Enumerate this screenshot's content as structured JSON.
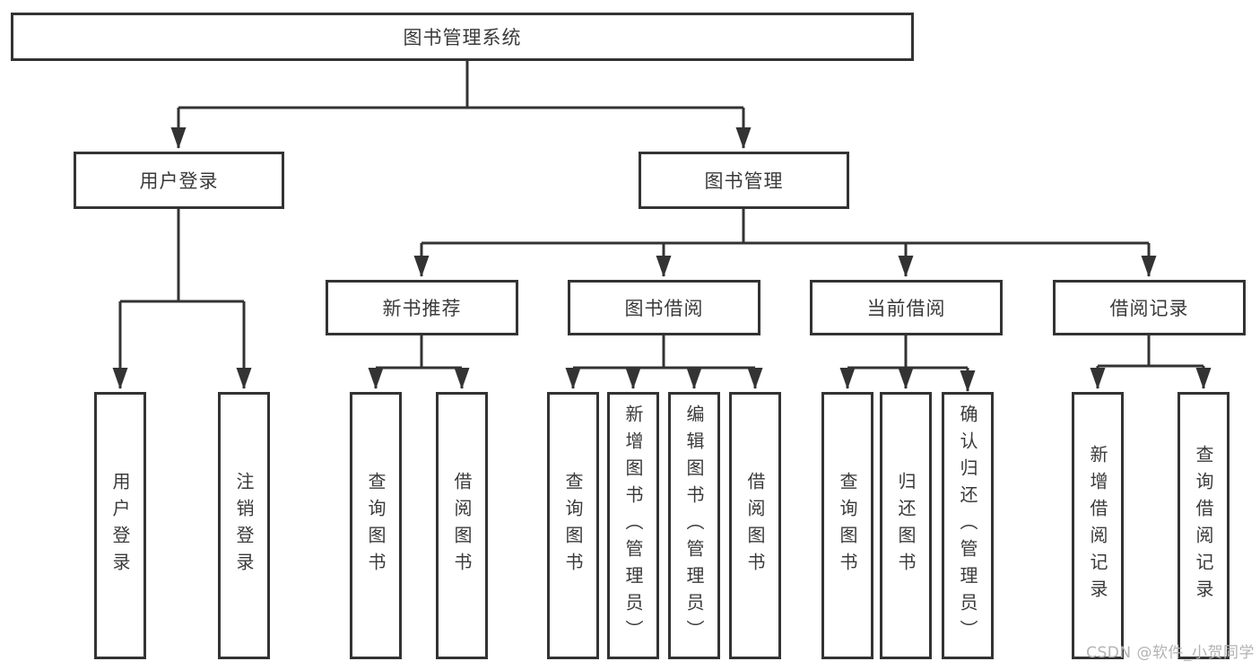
{
  "colors": {
    "line": "#333333",
    "box-border": "#333333",
    "box-fill": "#ffffff",
    "text": "#3a3a3a",
    "watermark": "#b3b3b3"
  },
  "watermark": {
    "text": "CSDN @软件_小贺同学"
  },
  "tree": {
    "root": {
      "label": "图书管理系统"
    },
    "branches": [
      {
        "label": "用户登录",
        "children": [
          {
            "label": "用户登录"
          },
          {
            "label": "注销登录"
          }
        ]
      },
      {
        "label": "图书管理",
        "children": [
          {
            "label": "新书推荐",
            "children": [
              {
                "label": "查询图书"
              },
              {
                "label": "借阅图书"
              }
            ]
          },
          {
            "label": "图书借阅",
            "children": [
              {
                "label": "查询图书"
              },
              {
                "label": "新增图书（管理员）"
              },
              {
                "label": "编辑图书（管理员）"
              },
              {
                "label": "借阅图书"
              }
            ]
          },
          {
            "label": "当前借阅",
            "children": [
              {
                "label": "查询图书"
              },
              {
                "label": "归还图书"
              },
              {
                "label": "确认归还（管理员）"
              }
            ]
          },
          {
            "label": "借阅记录",
            "children": [
              {
                "label": "新增借阅记录"
              },
              {
                "label": "查询借阅记录"
              }
            ]
          }
        ]
      }
    ]
  }
}
